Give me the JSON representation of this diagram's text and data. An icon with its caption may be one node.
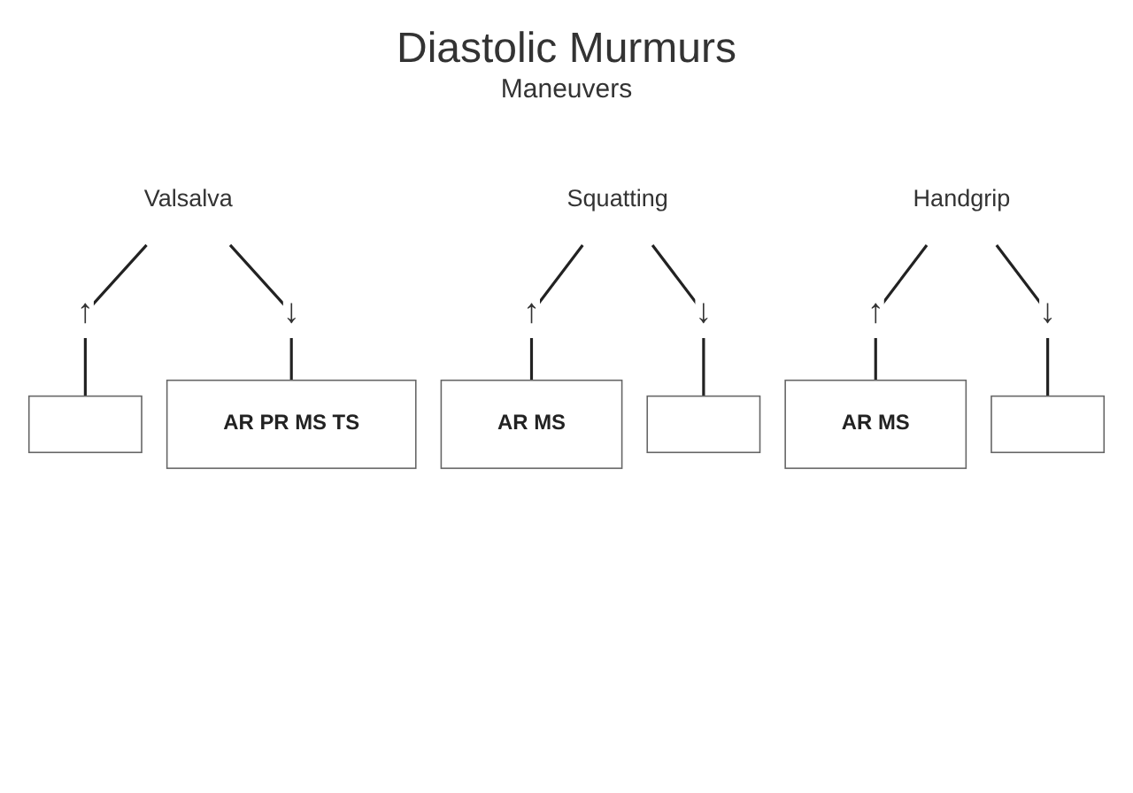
{
  "diagram": {
    "title": "Diastolic Murmurs",
    "nodes": [
      {
        "text": [
          "Valsalva"
        ]
      },
      {
        "text": [],
        "shape": "box"
      },
      {
        "text": [
          "AR PR MS TS"
        ]
      },
      {
        "text": [
          "Squatting"
        ]
      },
      {
        "text": [
          "AR MS"
        ]
      },
      {
        "text": [],
        "shape": "box"
      },
      {
        "text": [
          "Handgrip"
        ]
      },
      {
        "text": [
          "AR MS"
        ]
      },
      {
        "text": [],
        "shape": "box"
      }
    ],
    "edges": [
      {
        "from": 0,
        "to": 1,
        "arrow": "none",
        "label": "↑"
      },
      {
        "from": 0,
        "to": 2,
        "arrow": "none",
        "label": "↓"
      },
      {
        "from": 3,
        "to": 4,
        "arrow": "none",
        "label": "↑"
      },
      {
        "from": 3,
        "to": 5,
        "arrow": "none",
        "label": "↓"
      },
      {
        "from": 6,
        "to": 7,
        "arrow": "none",
        "label": "↑"
      },
      {
        "from": 6,
        "to": 8,
        "arrow": "none",
        "label": "↓"
      }
    ],
    "labels": [
      "Maneuvers"
    ]
  }
}
